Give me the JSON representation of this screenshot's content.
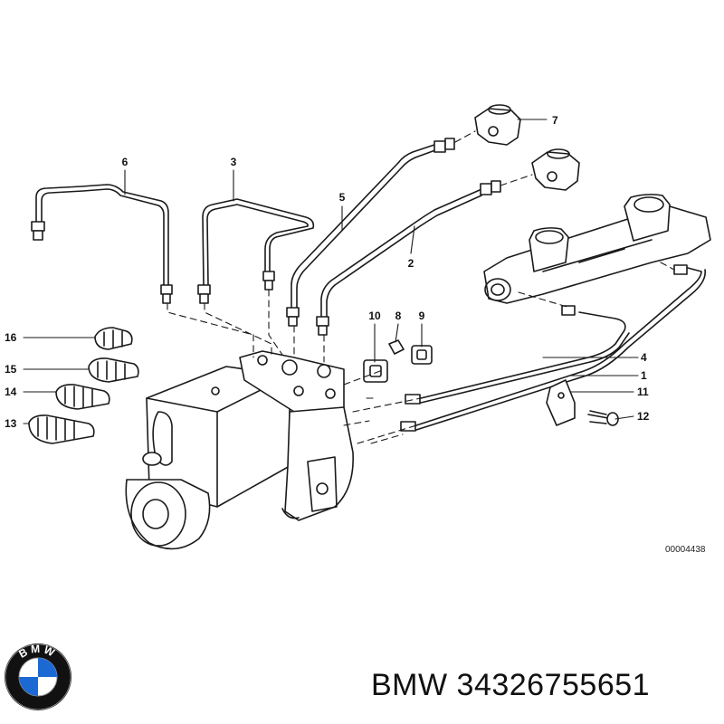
{
  "callouts": {
    "c1": "1",
    "c2": "2",
    "c3": "3",
    "c4": "4",
    "c5": "5",
    "c6": "6",
    "c7": "7",
    "c8": "8",
    "c9": "9",
    "c10": "10",
    "c11": "11",
    "c12": "12",
    "c13": "13",
    "c14": "14",
    "c15": "15",
    "c16": "16"
  },
  "diagram_ref": "00004438",
  "brand": "BMW",
  "part_number": "34326755651",
  "logo": {
    "icon": "bmw-roundel-icon",
    "letters": "BMW",
    "colors": {
      "blue": "#1c69d4",
      "white": "#ffffff",
      "ring": "#111111"
    }
  },
  "colors": {
    "line": "#1a1a1a",
    "fill": "#ffffff"
  }
}
